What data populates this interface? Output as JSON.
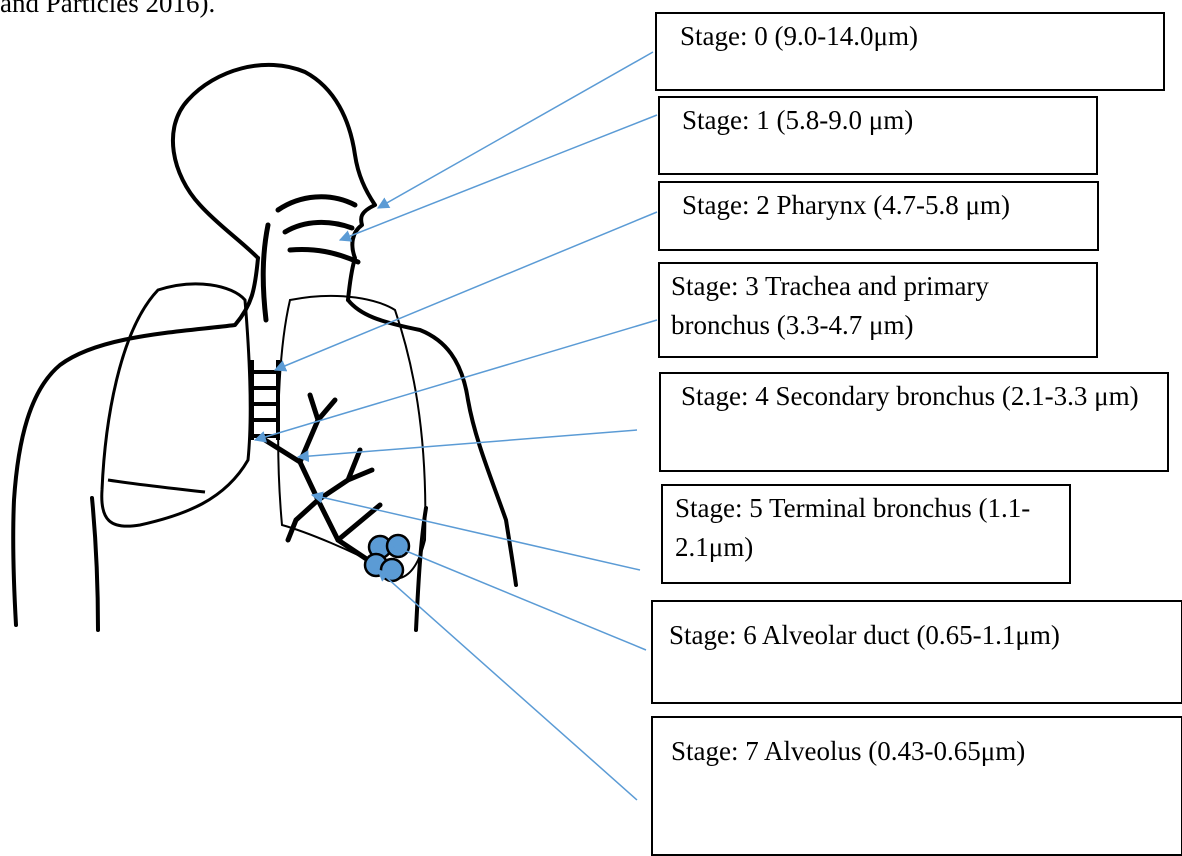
{
  "caption_fragment": "and Particles 2016).",
  "stages": [
    {
      "label": "Stage: 0 (9.0-14.0μm)"
    },
    {
      "label": "Stage: 1 (5.8-9.0 μm)"
    },
    {
      "label": "Stage: 2 Pharynx (4.7-5.8 μm)"
    },
    {
      "label": "Stage: 3 Trachea and primary bronchus (3.3-4.7 μm)"
    },
    {
      "label": "Stage: 4 Secondary bronchus (2.1-3.3 μm)"
    },
    {
      "label": "Stage: 5 Terminal bronchus (1.1-2.1μm)"
    },
    {
      "label": "Stage: 6 Alveolar duct (0.65-1.1μm)"
    },
    {
      "label": "Stage: 7 Alveolus (0.43-0.65μm)"
    }
  ],
  "colors": {
    "arrow": "#5b9bd5",
    "alveoli": "#5b9bd5",
    "outline": "#000000"
  }
}
